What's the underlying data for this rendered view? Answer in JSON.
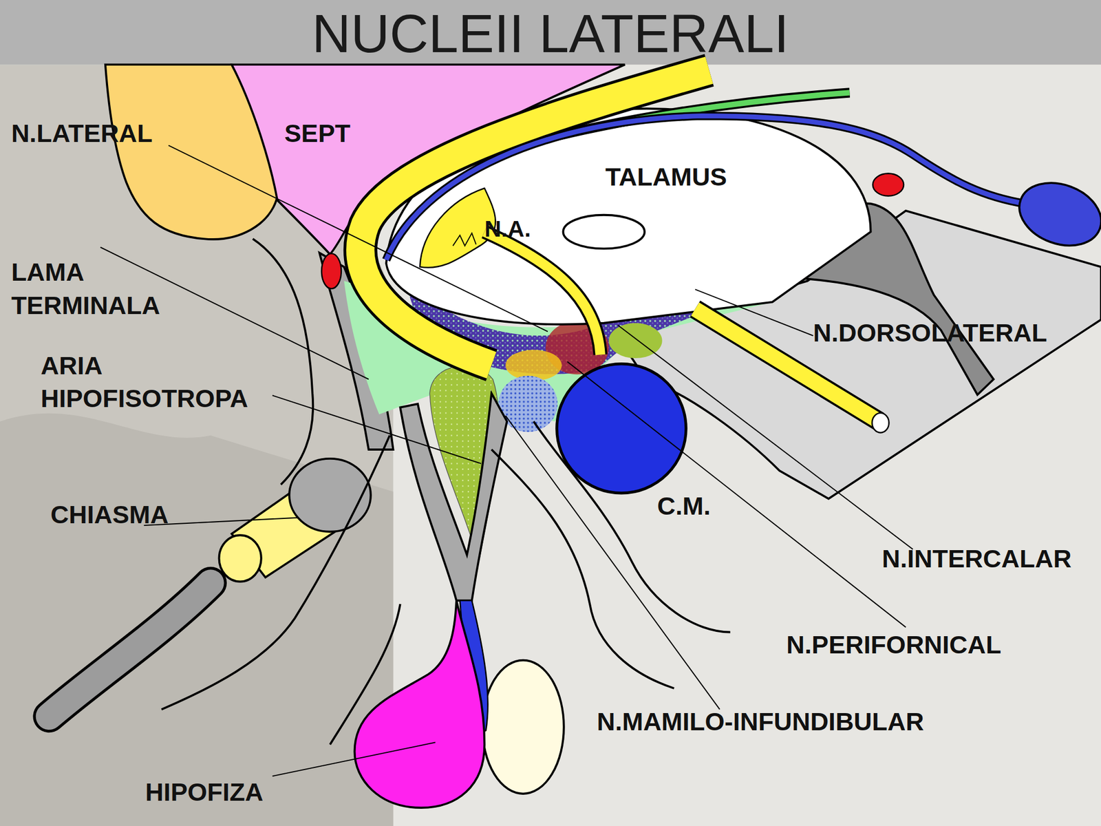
{
  "diagram": {
    "title": "NUCLEII LATERALI",
    "labels": [
      "N.LATERAL",
      "SEPT",
      "TALAMUS",
      "N.A.",
      "LAMA TERMINALA",
      "ARIA HIPOFISOTROPA",
      "N.DORSOLATERAL",
      "CHIASMA",
      "C.M.",
      "N.INTERCALAR",
      "N.PERIFORNICAL",
      "N.MAMILO-INFUNDIBULAR",
      "HIPOFIZA"
    ]
  }
}
